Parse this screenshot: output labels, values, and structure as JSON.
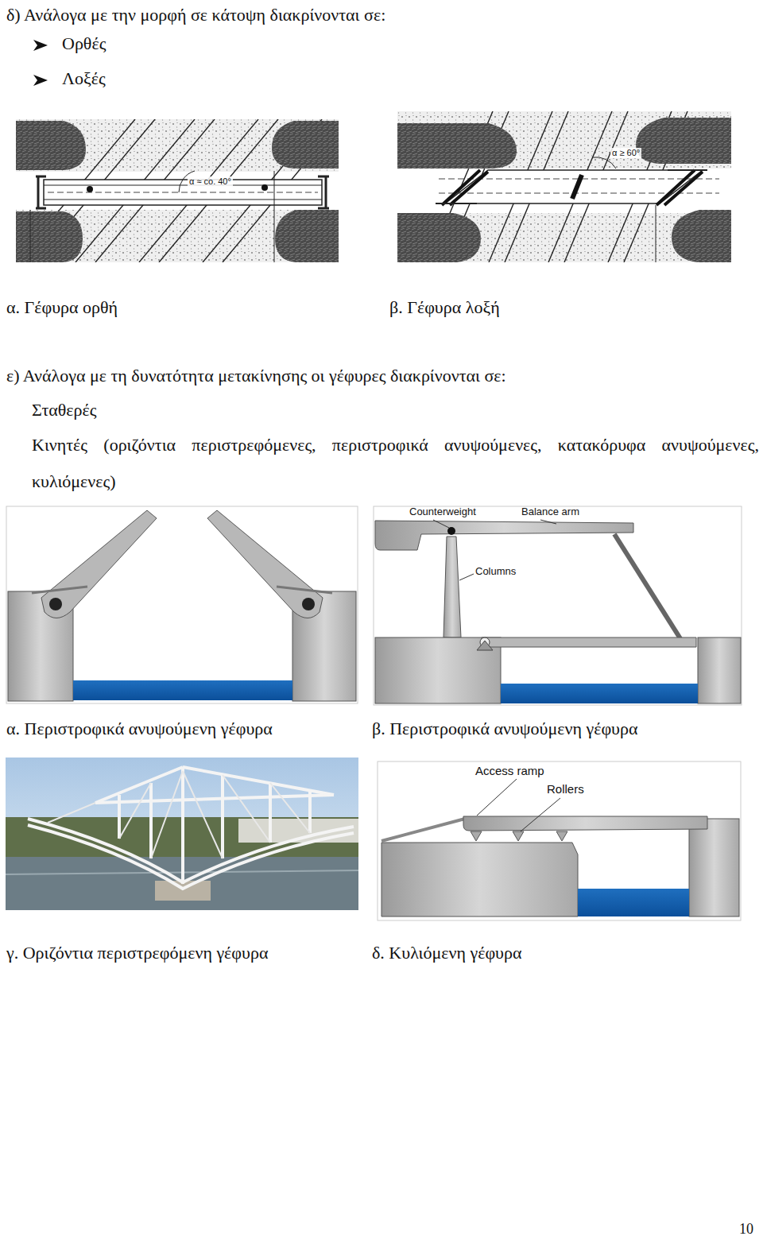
{
  "diagram": {
    "labels": [
      "δ) Ανάλογα με την μορφή σε κάτοψη διακρίνονται σε:",
      "Ορθές",
      "Λοξές",
      "α ≈ co. 40°",
      "α ≥ 60°",
      "α. Γέφυρα ορθή",
      "β. Γέφυρα λοξή",
      "ε) Ανάλογα με τη δυνατότητα μετακίνησης οι γέφυρες διακρίνονται σε:",
      "Σταθερές",
      "Κινητές (οριζόντια περιστρεφόμενες, περιστροφικά ανυψούμενες, κατακόρυφα ανυψούμενες, κυλιόμενες)",
      "Counterweight",
      "Balance arm",
      "Columns",
      "α. Περιστροφικά ανυψούμενη γέφυρα",
      "β. Περιστροφικά ανυψούμενη γέφυρα",
      "Access ramp",
      "Rollers",
      "γ. Οριζόντια περιστρεφόμενη γέφυρα",
      "δ. Κυλιόμενη γέφυρα",
      "10"
    ]
  }
}
